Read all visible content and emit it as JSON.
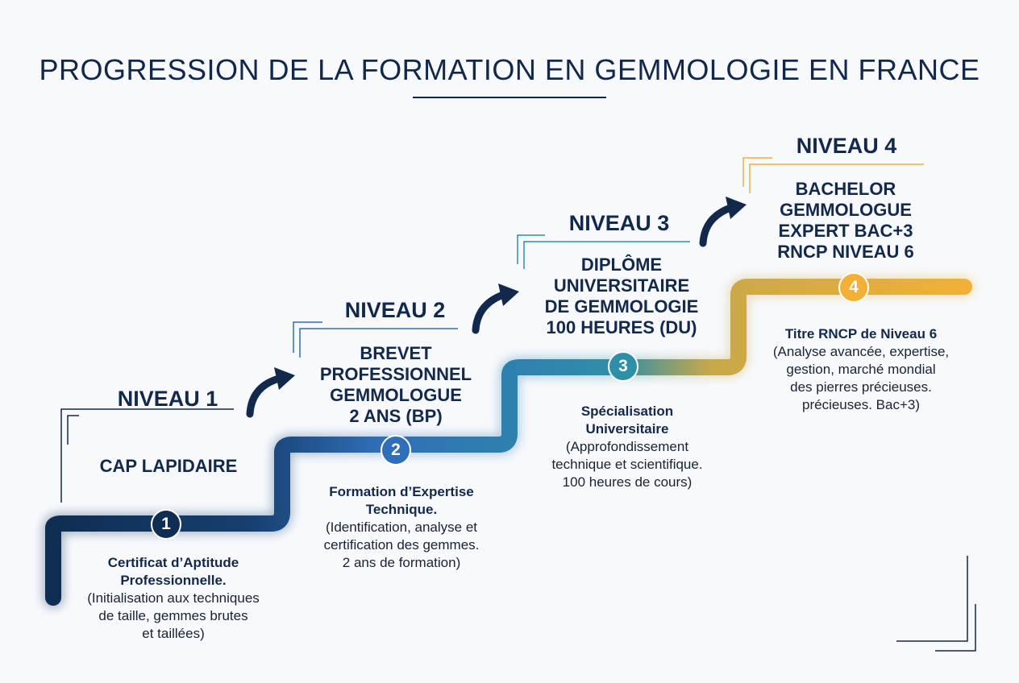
{
  "title": "PROGRESSION DE LA FORMATION EN GEMMOLOGIE EN FRANCE",
  "colors": {
    "navy": "#0f2d52",
    "blue": "#2f6fb8",
    "teal": "#2e8fa8",
    "gold": "#f2b136"
  },
  "steps": [
    {
      "number": "1",
      "level": "NIVEAU 1",
      "diploma": [
        "CAP LAPIDAIRE"
      ],
      "head": [
        "Certificat d’Aptitude",
        "Professionnelle."
      ],
      "body": [
        "(Initialisation aux techniques",
        "de taille, gemmes brutes",
        "et taillées)"
      ]
    },
    {
      "number": "2",
      "level": "NIVEAU 2",
      "diploma": [
        "BREVET",
        "PROFESSIONNEL",
        "GEMMOLOGUE",
        "2 ANS (BP)"
      ],
      "head": [
        "Formation d’Expertise",
        "Technique."
      ],
      "body": [
        "(Identification, analyse et",
        "certification des gemmes.",
        "2 ans de formation)"
      ]
    },
    {
      "number": "3",
      "level": "NIVEAU 3",
      "diploma": [
        "DIPLÔME",
        "UNIVERSITAIRE",
        "DE GEMMOLOGIE",
        "100 HEURES (DU)"
      ],
      "head": [
        "Spécialisation",
        "Universitaire"
      ],
      "body": [
        "(Approfondissement",
        "technique et scientifique.",
        "100 heures de cours)"
      ]
    },
    {
      "number": "4",
      "level": "NIVEAU 4",
      "diploma": [
        "BACHELOR",
        "GEMMOLOGUE",
        "EXPERT BAC+3",
        "RNCP NIVEAU 6"
      ],
      "head": [
        "Titre RNCP de Niveau 6"
      ],
      "body": [
        "(Analyse avancée, expertise,",
        "gestion, marché mondial",
        "des pierres précieuses.",
        "précieuses. Bac+3)"
      ]
    }
  ]
}
